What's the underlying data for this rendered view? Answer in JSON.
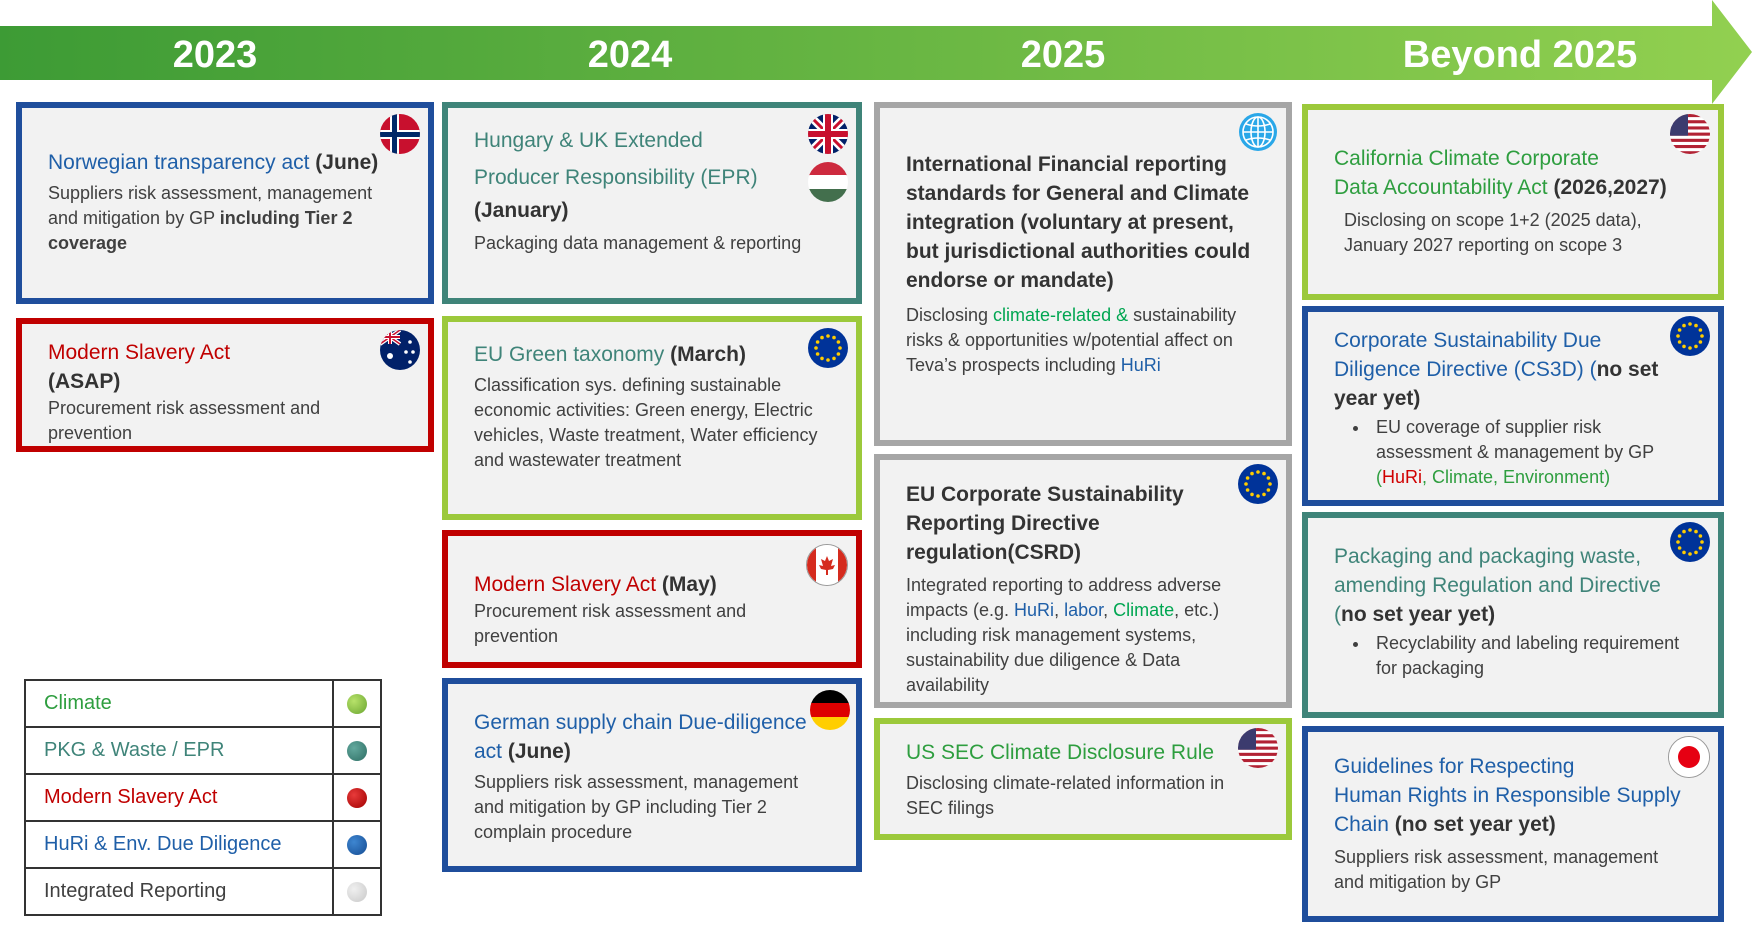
{
  "timeline": {
    "years": [
      "2023",
      "2024",
      "2025",
      "Beyond 2025"
    ],
    "colors": {
      "arrow_start": "#3d9b35",
      "arrow_end": "#92d050"
    }
  },
  "legend": [
    {
      "label": "Climate",
      "color": "#7dc242",
      "text_color": "#2e9e3f"
    },
    {
      "label": "PKG & Waste / EPR",
      "color": "#3f8479",
      "text_color": "#3f8479"
    },
    {
      "label": "Modern Slavery Act",
      "color": "#c00000",
      "text_color": "#c00000"
    },
    {
      "label": "HuRi & Env. Due Diligence",
      "color": "#1f5fa8",
      "text_color": "#1f5fa8"
    },
    {
      "label": "Integrated Reporting",
      "color": "#d9d9d9",
      "text_color": "#404040"
    }
  ],
  "cards": {
    "norway": {
      "title": "Norwegian transparency act",
      "title_suffix": " (June)",
      "body": "Suppliers risk assessment, management and mitigation by GP ",
      "body_bold": "including Tier 2 coverage",
      "flag": "norway-flag-icon"
    },
    "australia": {
      "title": "Modern Slavery Act",
      "title_suffix": "(ASAP)",
      "body": "Procurement risk assessment and prevention",
      "flag": "australia-flag-icon"
    },
    "hungary_uk": {
      "title_1": "Hungary & UK Extended",
      "title_2": "Producer Responsibility (EPR)",
      "title_suffix": "(January)",
      "body": "Packaging data management & reporting",
      "flags": [
        "uk-flag-icon",
        "hungary-flag-icon"
      ]
    },
    "eu_taxonomy": {
      "title": "EU Green taxonomy",
      "title_suffix": " (March)",
      "body": "Classification sys. defining sustainable economic activities: Green energy, Electric vehicles, Waste treatment, Water efficiency and wastewater treatment",
      "flag": "eu-flag-icon"
    },
    "canada": {
      "title": "Modern Slavery Act",
      "title_suffix": " (May)",
      "body": "Procurement risk assessment and prevention",
      "flag": "canada-flag-icon"
    },
    "germany": {
      "title": "German supply chain Due-diligence act",
      "title_suffix": " (June)",
      "body": "Suppliers risk assessment, management and mitigation by GP including Tier 2 complain procedure",
      "flag": "germany-flag-icon"
    },
    "ifrs": {
      "title": "International Financial reporting standards for General and Climate integration (voluntary at present, but jurisdictional authorities could endorse or mandate)",
      "body_1": "Disclosing ",
      "body_climate": "climate-related &",
      "body_2": " sustainability risks & opportunities w/potential affect on Teva’s prospects including ",
      "body_huri": "HuRi",
      "flag": "globe-icon"
    },
    "csrd": {
      "title": "EU Corporate Sustainability Reporting Directive regulation(CSRD)",
      "body_1": "Integrated reporting to address adverse impacts (e.g. ",
      "huri": "HuRi",
      "sep1": ", ",
      "labor": "labor",
      "sep2": ", ",
      "climate": "Climate",
      "body_2": ", etc.) including risk management systems, sustainability due diligence  & Data availability",
      "flag": "eu-flag-icon"
    },
    "sec": {
      "title": "US SEC Climate Disclosure Rule",
      "body": "Disclosing climate-related information in SEC filings",
      "flag": "usa-flag-icon"
    },
    "california": {
      "title_1": "California Climate Corporate",
      "title_2": "Data Accountability Act",
      "title_suffix": " (2026,2027)",
      "body": "Disclosing on scope 1+2 (2025 data), January 2027 reporting on scope 3",
      "flag": "usa-flag-icon"
    },
    "cs3d": {
      "title_1": "Corporate Sustainability Due",
      "title_2": "Diligence Directive  (CS3D) (",
      "title_suffix": "no set year yet)",
      "bullet_1": "EU coverage of supplier risk assessment & management by GP",
      "b_open": "(",
      "b_huri": "HuRi",
      "b_rest": ", Climate, Environment)",
      "flag": "eu-flag-icon"
    },
    "ppwr": {
      "title_1": "Packaging and packaging waste,",
      "title_2": "amending Regulation and Directive",
      "title_open": "(",
      "title_suffix": "no set year yet)",
      "bullet_1": "Recyclability and labeling requirement for packaging",
      "flag": "eu-flag-icon"
    },
    "japan": {
      "title_1": "Guidelines for Respecting",
      "title_2": "Human Rights in Responsible Supply",
      "title_3": "Chain",
      "title_suffix": " (no set year yet)",
      "body": "Suppliers risk assessment, management and mitigation by GP",
      "flag": "japan-flag-icon"
    }
  }
}
